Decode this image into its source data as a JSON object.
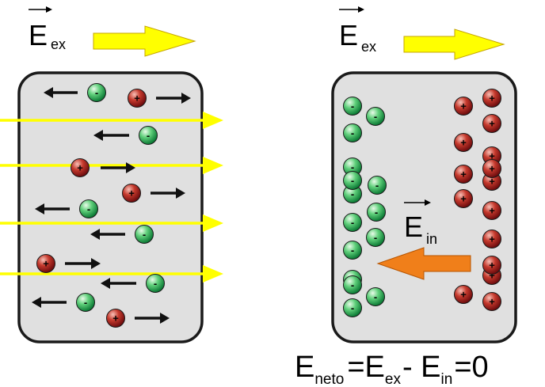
{
  "left_panel": {
    "field_symbol": "E",
    "field_subscript": "ex",
    "charges": [
      {
        "sign": "-",
        "arrow": "left"
      },
      {
        "sign": "+",
        "arrow": "right"
      },
      {
        "sign": "-",
        "arrow": "left"
      },
      {
        "sign": "+",
        "arrow": "right"
      },
      {
        "sign": "+",
        "arrow": "right"
      },
      {
        "sign": "-",
        "arrow": "left"
      },
      {
        "sign": "-",
        "arrow": "left"
      },
      {
        "sign": "+",
        "arrow": "right"
      },
      {
        "sign": "-",
        "arrow": "left"
      },
      {
        "sign": "-",
        "arrow": "left"
      },
      {
        "sign": "+",
        "arrow": "right"
      }
    ],
    "field_lines_count": 4
  },
  "right_panel": {
    "field_symbol": "E",
    "field_subscript": "ex",
    "internal_field_symbol": "E",
    "internal_field_subscript": "in",
    "negative_count": 15,
    "positive_count": 15
  },
  "equation": {
    "lhs_symbol": "E",
    "lhs_subscript": "neto",
    "eq1": "=E",
    "term1_subscript": "ex",
    "minus": "- E",
    "term2_subscript": "in",
    "result": "=0"
  },
  "colors": {
    "external_field_arrow": "#ffff00",
    "internal_field_arrow": "#f07f1a",
    "negative_charge": "#1fa94f",
    "positive_charge": "#b5161b",
    "conductor_fill": "#e0e0e0",
    "field_line": "#ffff00"
  }
}
